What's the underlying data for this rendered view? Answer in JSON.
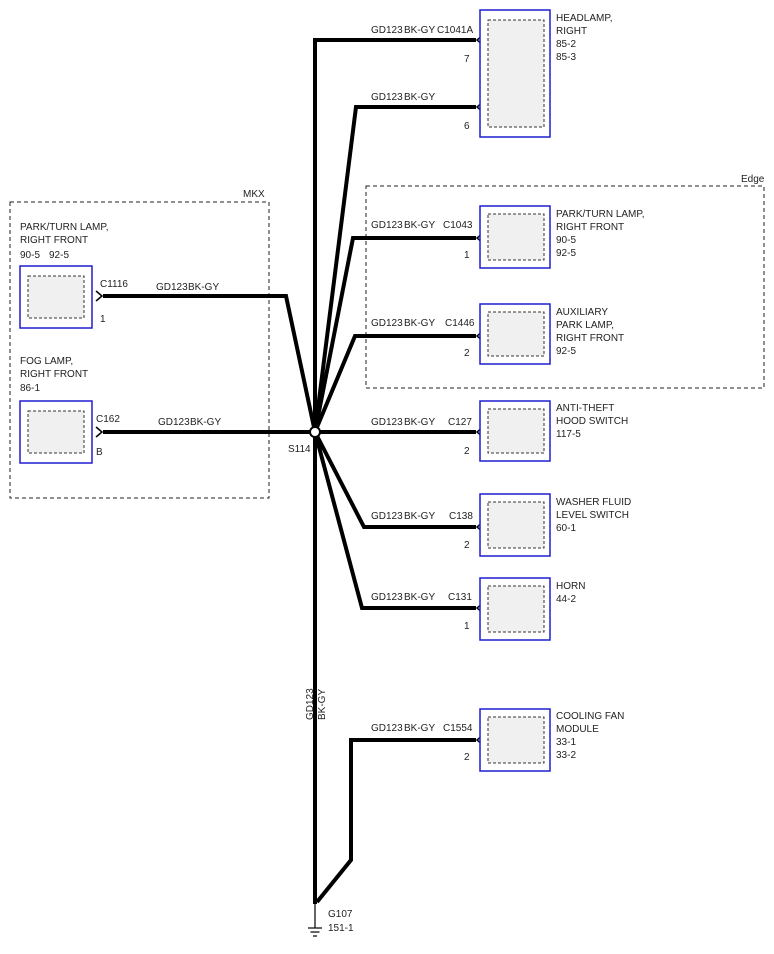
{
  "zones": {
    "mkx": "MKX",
    "edge": "Edge"
  },
  "splice": {
    "id": "S114"
  },
  "ground": {
    "id": "G107",
    "ref": "151-1"
  },
  "trunk": {
    "circuit": "GD123",
    "color": "BK-GY"
  },
  "components": {
    "headlamp": {
      "name1": "HEADLAMP,",
      "name2": "RIGHT",
      "ref1": "85-2",
      "ref2": "85-3",
      "connector": "C1041A",
      "pin_a": "7",
      "pin_b": "6"
    },
    "parkturn_edge": {
      "name1": "PARK/TURN LAMP,",
      "name2": "RIGHT FRONT",
      "ref1": "90-5",
      "ref2": "92-5",
      "connector": "C1043",
      "pin": "1"
    },
    "aux_park": {
      "name1": "AUXILIARY",
      "name2": "PARK LAMP,",
      "name3": "RIGHT FRONT",
      "ref1": "92-5",
      "connector": "C1446",
      "pin": "2"
    },
    "antitheft": {
      "name1": "ANTI-THEFT",
      "name2": "HOOD SWITCH",
      "ref1": "117-5",
      "connector": "C127",
      "pin": "2"
    },
    "washer": {
      "name1": "WASHER FLUID",
      "name2": "LEVEL SWITCH",
      "ref1": "60-1",
      "connector": "C138",
      "pin": "2"
    },
    "horn": {
      "name1": "HORN",
      "ref1": "44-2",
      "connector": "C131",
      "pin": "1"
    },
    "cooling": {
      "name1": "COOLING FAN",
      "name2": "MODULE",
      "ref1": "33-1",
      "ref2": "33-2",
      "connector": "C1554",
      "pin": "2"
    },
    "parkturn_mkx": {
      "name1": "PARK/TURN LAMP,",
      "name2": "RIGHT FRONT",
      "ref1": "90-5",
      "ref2": "92-5",
      "connector": "C1116",
      "pin": "1"
    },
    "fog": {
      "name1": "FOG LAMP,",
      "name2": "RIGHT FRONT",
      "ref1": "86-1",
      "connector": "C162",
      "pin": "B"
    }
  },
  "wires": {
    "headlamp_a": {
      "circuit": "GD123",
      "color": "BK-GY"
    },
    "headlamp_b": {
      "circuit": "GD123",
      "color": "BK-GY"
    },
    "parkturn_edge": {
      "circuit": "GD123",
      "color": "BK-GY"
    },
    "aux_park": {
      "circuit": "GD123",
      "color": "BK-GY"
    },
    "antitheft": {
      "circuit": "GD123",
      "color": "BK-GY"
    },
    "washer": {
      "circuit": "GD123",
      "color": "BK-GY"
    },
    "horn": {
      "circuit": "GD123",
      "color": "BK-GY"
    },
    "cooling": {
      "circuit": "GD123",
      "color": "BK-GY"
    },
    "parkturn_mkx": {
      "circuit": "GD123",
      "color": "BK-GY"
    },
    "fog": {
      "circuit": "GD123",
      "color": "BK-GY"
    }
  }
}
